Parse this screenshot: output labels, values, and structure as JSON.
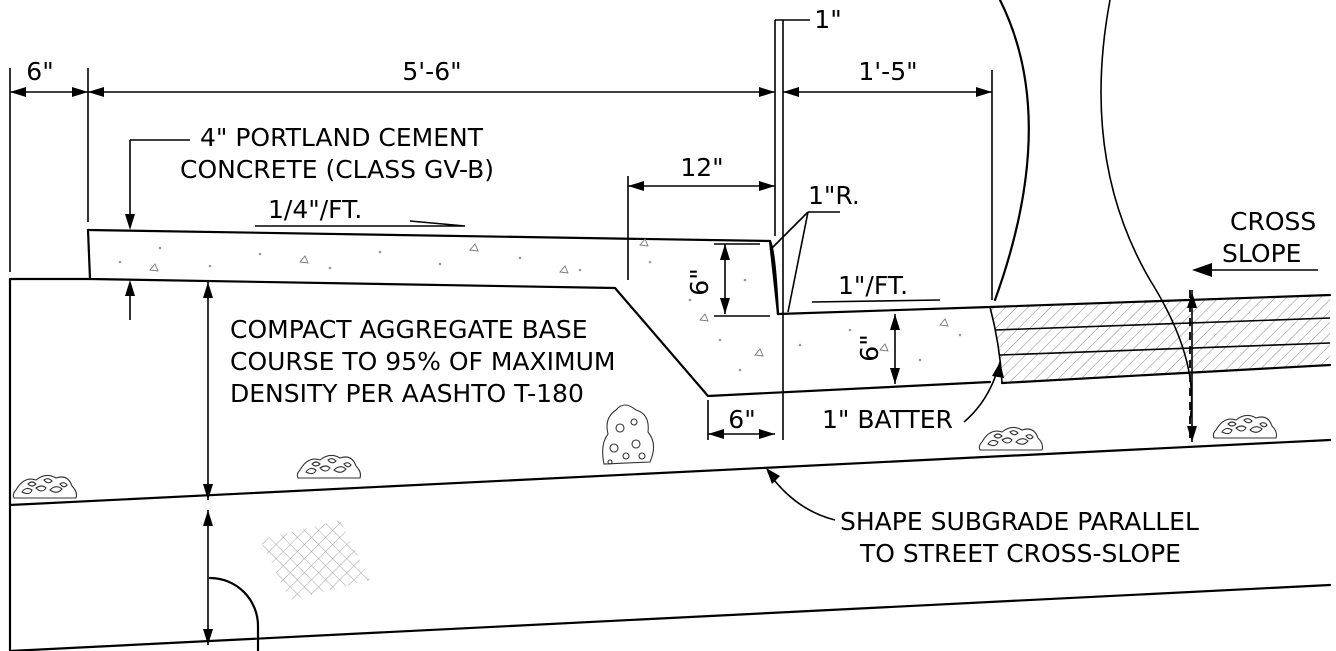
{
  "dimensions": {
    "d_6in_top": "6\"",
    "d_5ft6in": "5'-6\"",
    "d_1in_top": "1\"",
    "d_1ft5in": "1'-5\"",
    "d_12in": "12\"",
    "d_6in_curb": "6\"",
    "d_6in_gutter": "6\"",
    "d_6in_bottom": "6\""
  },
  "notes": {
    "pcc_line1": "4\" PORTLAND CEMENT",
    "pcc_line2": "CONCRETE (CLASS GV-B)",
    "slope_quarter": "1/4\"/FT.",
    "radius": "1\"R.",
    "gutter_slope": "1\"/FT.",
    "cross_slope_1": "CROSS",
    "cross_slope_2": "SLOPE",
    "base_line1": "COMPACT AGGREGATE BASE",
    "base_line2": "COURSE TO 95% OF MAXIMUM",
    "base_line3": "DENSITY PER AASHTO T-180",
    "batter": "1\" BATTER",
    "subgrade_line1": "SHAPE SUBGRADE PARALLEL",
    "subgrade_line2": "TO STREET CROSS-SLOPE"
  }
}
